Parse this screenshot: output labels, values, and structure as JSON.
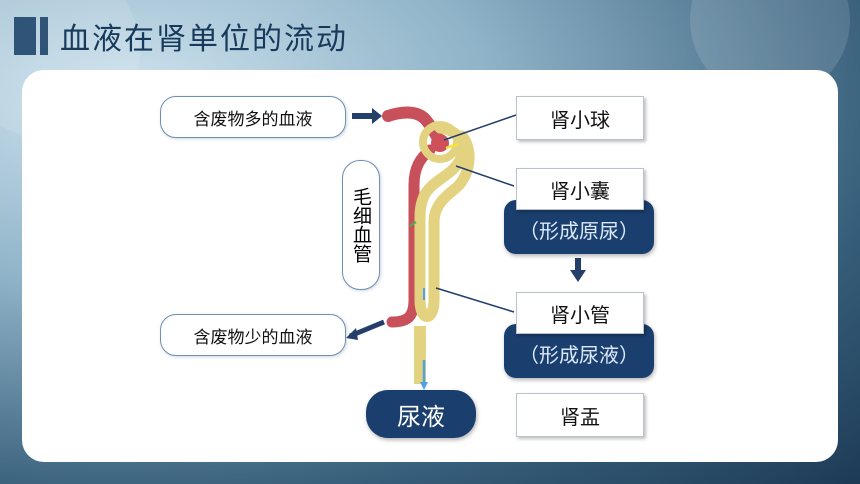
{
  "title": "血液在肾单位的流动",
  "labels": {
    "blood_in": "含废物多的血液",
    "blood_out": "含废物少的血液",
    "capillary": "毛细血管",
    "glomerulus": "肾小球",
    "capsule": "肾小囊",
    "capsule_note": "（形成原尿）",
    "tubule": "肾小管",
    "tubule_note": "（形成尿液）",
    "urine": "尿液",
    "pelvis": "肾盂"
  },
  "colors": {
    "title_bar": "#2f5478",
    "title_text": "#173a5c",
    "dark_box": "#1a3f6e",
    "vessel": "#c8505a",
    "tubule": "#e8d890",
    "arrow": "#233f6a"
  }
}
